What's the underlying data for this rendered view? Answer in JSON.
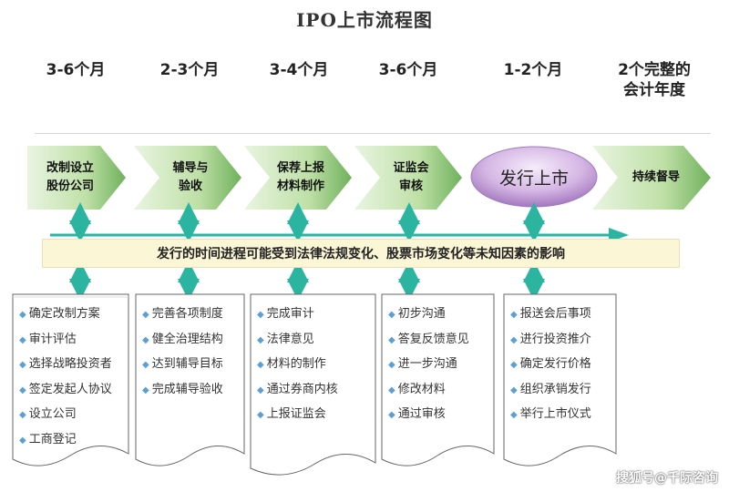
{
  "title": "IPO上市流程图",
  "durations": [
    "3-6个月",
    "2-3个月",
    "3-4个月",
    "3-6个月",
    "1-2个月",
    "2个完整的\n会计年度"
  ],
  "stages": [
    "改制设立\n股份公司",
    "辅导与\n验收",
    "保荐上报\n材料制作",
    "证监会\n审核",
    "发行上市",
    "持续督导"
  ],
  "timeline_note": "发行的时间进程可能受到法律法规变化、股票市场变化等未知因素的影响",
  "cards": [
    [
      "确定改制方案",
      "审计评估",
      "选择战略投资者",
      "签定发起人协议",
      "设立公司",
      "工商登记"
    ],
    [
      "完善各项制度",
      "健全治理结构",
      "达到辅导目标",
      "完成辅导验收"
    ],
    [
      "完成审计",
      "法律意见",
      "材料的制作",
      "通过券商内核",
      "上报证监会"
    ],
    [
      "初步沟通",
      "答复反馈意见",
      "进一步沟通",
      "修改材料",
      "通过审核"
    ],
    [
      "报送会后事项",
      "进行投资推介",
      "确定发行价格",
      "组织承销发行",
      "举行上市仪式"
    ]
  ],
  "watermark": "搜狐号@千际咨询",
  "colors": {
    "chevron": "#6fb15c",
    "chevron_light": "#e6f3dc",
    "ellipse": "#b98ad0",
    "connector": "#2bb5a0",
    "timeline": "#fbf7d6"
  }
}
